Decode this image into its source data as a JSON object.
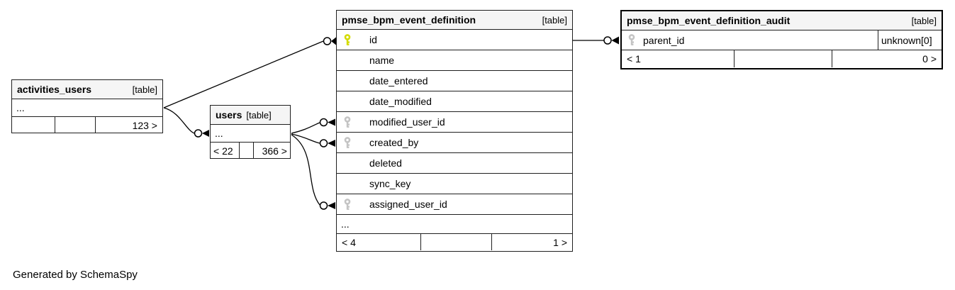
{
  "footer_note": "Generated by SchemaSpy",
  "tables": {
    "activities_users": {
      "name": "activities_users",
      "badge": "[table]",
      "ellipsis": "...",
      "pager": {
        "left": "",
        "mid": "",
        "right": "123 >"
      }
    },
    "users": {
      "name": "users",
      "badge": "[table]",
      "ellipsis": "...",
      "pager": {
        "left": "< 22",
        "mid": "",
        "right": "366 >"
      }
    },
    "main": {
      "name": "pmse_bpm_event_definition",
      "badge": "[table]",
      "ellipsis": "...",
      "columns": [
        {
          "name": "id",
          "key": "primary"
        },
        {
          "name": "name",
          "key": "none"
        },
        {
          "name": "date_entered",
          "key": "none"
        },
        {
          "name": "date_modified",
          "key": "none"
        },
        {
          "name": "modified_user_id",
          "key": "foreign"
        },
        {
          "name": "created_by",
          "key": "foreign"
        },
        {
          "name": "deleted",
          "key": "none"
        },
        {
          "name": "sync_key",
          "key": "none"
        },
        {
          "name": "assigned_user_id",
          "key": "foreign"
        }
      ],
      "pager": {
        "left": "< 4",
        "mid": "",
        "right": "1 >"
      }
    },
    "audit": {
      "name": "pmse_bpm_event_definition_audit",
      "badge": "[table]",
      "columns": [
        {
          "name": "parent_id",
          "key": "foreign",
          "type_note": "unknown[0]"
        }
      ],
      "pager": {
        "left": "< 1",
        "mid": "",
        "right": "0 >"
      }
    }
  },
  "relationships": [
    {
      "from": "activities_users",
      "to": "pmse_bpm_event_definition.id"
    },
    {
      "from": "activities_users",
      "to": "users"
    },
    {
      "from": "users",
      "to": "pmse_bpm_event_definition.modified_user_id"
    },
    {
      "from": "users",
      "to": "pmse_bpm_event_definition.created_by"
    },
    {
      "from": "users",
      "to": "pmse_bpm_event_definition.assigned_user_id"
    },
    {
      "from": "pmse_bpm_event_definition.id",
      "to": "pmse_bpm_event_definition_audit.parent_id"
    }
  ]
}
